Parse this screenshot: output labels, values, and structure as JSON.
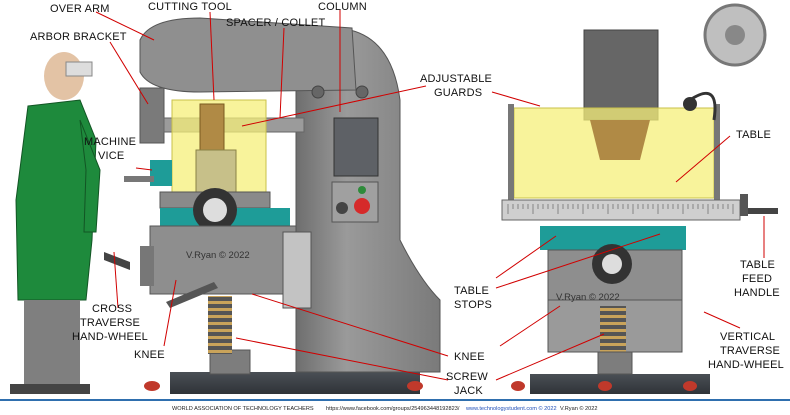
{
  "labels": {
    "over_arm": "OVER ARM",
    "cutting_tool": "CUTTING TOOL",
    "spacer_collet": "SPACER / COLLET",
    "column": "COLUMN",
    "arbor_bracket": "ARBOR BRACKET",
    "adjustable_guards_1": "ADJUSTABLE",
    "adjustable_guards_2": "GUARDS",
    "machine_vice_1": "MACHINE",
    "machine_vice_2": "VICE",
    "table": "TABLE",
    "cross_traverse_1": "CROSS",
    "cross_traverse_2": "TRAVERSE",
    "cross_traverse_3": "HAND-WHEEL",
    "knee_left": "KNEE",
    "table_stops_1": "TABLE",
    "table_stops_2": "STOPS",
    "knee_right": "KNEE",
    "screw_jack_1": "SCREW",
    "screw_jack_2": "JACK",
    "table_feed_1": "TABLE",
    "table_feed_2": "FEED",
    "table_feed_3": "HANDLE",
    "vertical_traverse_1": "VERTICAL",
    "vertical_traverse_2": "TRAVERSE",
    "vertical_traverse_3": "HAND-WHEEL"
  },
  "watermarks": {
    "left": "V.Ryan © 2022",
    "right": "V.Ryan © 2022"
  },
  "footer": {
    "org": "WORLD ASSOCIATION OF TECHNOLOGY TEACHERS",
    "facebook": "https://www.facebook.com/groups/254963448192823/",
    "site": "www.technologystudent.com © 2022",
    "credit": "V.Ryan © 2022"
  },
  "colors": {
    "machine_grey": "#8c8c8c",
    "guard_yellow": "#f5ef7a",
    "teal": "#1e9c98",
    "coat_green": "#1e8a3c",
    "leader_red": "#d10000"
  }
}
